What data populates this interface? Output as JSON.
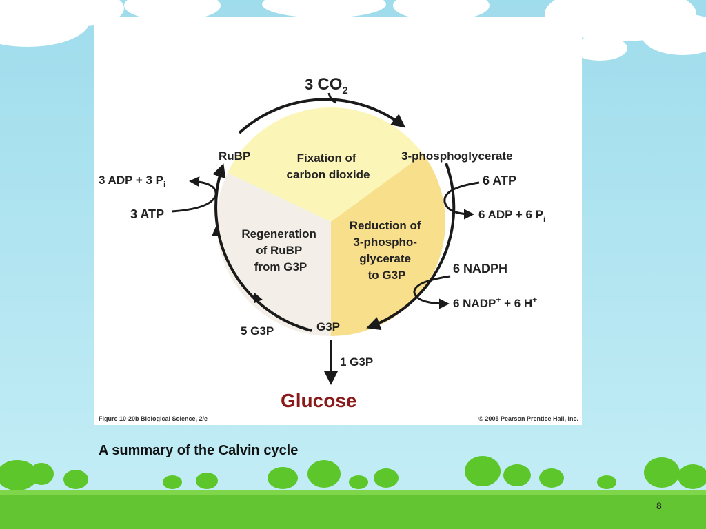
{
  "slide": {
    "caption": "A summary of the Calvin cycle",
    "page_number": "8"
  },
  "figure": {
    "top_input": {
      "number": "3 ",
      "formula": "CO",
      "subscript": "2"
    },
    "sectors": {
      "fixation": [
        "Fixation of",
        "carbon dioxide"
      ],
      "reduction": [
        "Reduction of",
        "3-phospho-",
        "glycerate",
        "to G3P"
      ],
      "regeneration": [
        "Regeneration",
        "of RuBP",
        "from G3P"
      ]
    },
    "nodes": {
      "rubp": "RuBP",
      "phosphoglycerate": "3-phosphoglycerate",
      "g3p": "G3P",
      "five_g3p": "5 G3P",
      "one_g3p": "1 G3P",
      "glucose": "Glucose"
    },
    "cofactors": {
      "atp_in_right": "6 ATP",
      "adp_out_right": {
        "text": "6 ADP  +  6 P",
        "subscript": "i"
      },
      "nadph_in": "6 NADPH",
      "nadp_out": {
        "text1": "6 NADP",
        "sup": "+",
        "text2": "  +  6 H",
        "sup2": "+"
      },
      "atp_in_left": "3 ATP",
      "adp_out_left": {
        "text": "3 ADP  +  3 P",
        "subscript": "i"
      }
    },
    "credits": {
      "figure_ref": "Figure 10-20b  Biological Science, 2/e",
      "copyright": "© 2005 Pearson Prentice Hall, Inc."
    },
    "colors": {
      "fixation": "#fbf6b8",
      "reduction": "#f8df8c",
      "regeneration": "#f3efe8",
      "glucose": "#8a1a1a",
      "arrow": "#1a1a1a"
    }
  }
}
